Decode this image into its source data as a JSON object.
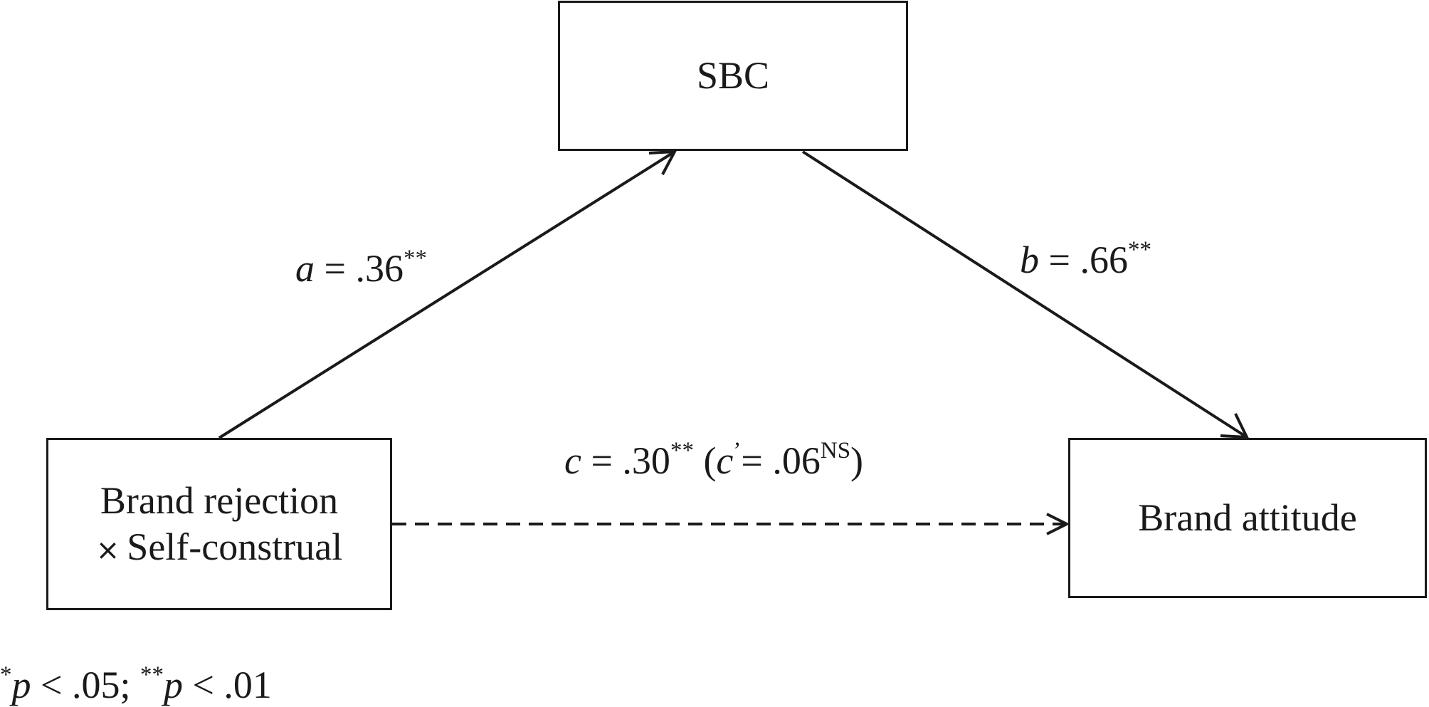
{
  "nodes": {
    "mediator": {
      "label": "SBC"
    },
    "predictor": {
      "line1": "Brand rejection",
      "line2_symbol": "×",
      "line2": "Self-construal"
    },
    "outcome": {
      "label": "Brand attitude"
    }
  },
  "paths": {
    "a": {
      "symbol": "a",
      "equals": " = .36",
      "sig": "**"
    },
    "b": {
      "symbol": "b",
      "equals": " = .66",
      "sig": "**"
    },
    "c": {
      "symbol": "c",
      "equals": " = .30",
      "sig": "**",
      "open": " (",
      "prime_symbol": "c",
      "prime_mark": "’",
      "prime_equals": "= .06",
      "prime_sig": "NS",
      "close": ")"
    }
  },
  "footnote": {
    "sig1_mark": "*",
    "sig1_p": "p",
    "sig1_text": " < .05; ",
    "sig2_mark": "**",
    "sig2_p": "p",
    "sig2_text": " < .01"
  },
  "style": {
    "stroke_color": "#1a1a1a",
    "direct_effect_line": "dashed"
  }
}
